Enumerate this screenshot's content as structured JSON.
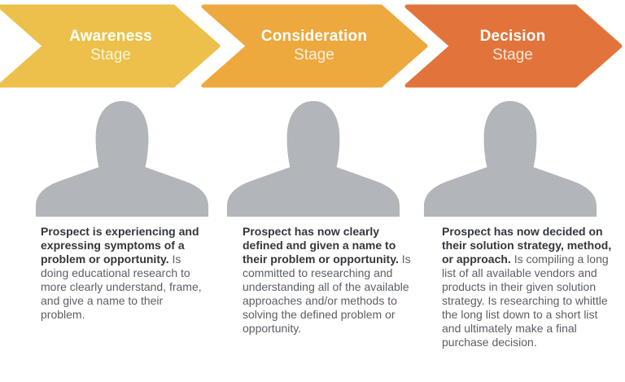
{
  "colors": {
    "background": "#ffffff",
    "silhouette": "#b2b5b9",
    "lead_text": "#33373c",
    "body_text": "#5a5f66",
    "stage_label_text": "#ffffff"
  },
  "stages": [
    {
      "label": "Awareness",
      "sublabel": "Stage",
      "color": "#ecc04a",
      "persona_icon": "person-silhouette-icon",
      "description_lead": "Prospect is experiencing and expressing symptoms of a problem or opportunity.",
      "description_body": "Is doing educational research to more clearly understand, frame, and give a name to their problem."
    },
    {
      "label": "Consideration",
      "sublabel": "Stage",
      "color": "#eda83e",
      "persona_icon": "person-silhouette-icon",
      "description_lead": "Prospect has now clearly defined and given a name to their problem or opportunity.",
      "description_body": "Is committed to researching and understanding all of the available approaches and/or methods to solving the defined problem or opportunity."
    },
    {
      "label": "Decision",
      "sublabel": "Stage",
      "color": "#e2743b",
      "persona_icon": "person-silhouette-icon",
      "description_lead": "Prospect has now decided on their solution strategy, method, or approach.",
      "description_body": "Is compiling a long list of all available vendors and products in their given solution strategy. Is researching to whittle the long list down to a short list and ultimately make a final purchase decision."
    }
  ]
}
